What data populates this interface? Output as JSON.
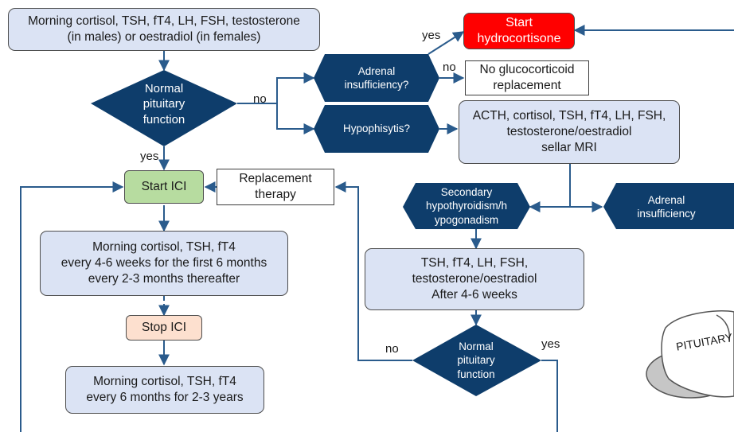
{
  "boxes": {
    "initial_tests": "Morning cortisol, TSH, fT4, LH, FSH, testosterone\n(in males) or oestradiol (in females)",
    "start_hydrocortisone": "Start\nhydrocortisone",
    "no_glucocorticoid": "No glucocorticoid\nreplacement",
    "hypophysitis_tests": "ACTH, cortisol, TSH, fT4, LH, FSH,\ntestosterone/oestradiol\nsellar MRI",
    "start_ici": "Start ICI",
    "replacement_therapy": "Replacement\ntherapy",
    "monitoring": "Morning cortisol, TSH, fT4\nevery 4-6 weeks for the first 6 months\nevery 2-3 months thereafter",
    "stop_ici": "Stop ICI",
    "long_term": "Morning cortisol, TSH, fT4\nevery 6 months for 2-3 years",
    "retest": "TSH, fT4, LH, FSH,\ntestosterone/oestradiol\nAfter 4-6 weeks"
  },
  "decisions": {
    "normal_pituitary_1": "Normal\npituitary\nfunction",
    "normal_pituitary_2": "Normal\npituitary\nfunction"
  },
  "hexagons": {
    "adrenal_insufficiency_q": "Adrenal\ninsufficiency?",
    "hypophysitis_q": "Hypophisytis?",
    "secondary_hypothyroidism": "Secondary\nhypothyroidism/h\nypogonadism",
    "adrenal_insufficiency": "Adrenal\ninsufficiency"
  },
  "labels": {
    "yes_hydrocortisone": "yes",
    "no_glucocorticoid": "no",
    "no_pituitary_1": "no",
    "yes_pituitary_1": "yes",
    "no_pituitary_2": "no",
    "yes_pituitary_2": "yes"
  },
  "logo": {
    "text": "PITUITARY"
  },
  "colors": {
    "dark_navy": "#0e3d6b",
    "light_blue": "#dbe3f4",
    "green": "#b7dca0",
    "peach": "#fde0cf",
    "red": "#ff0000",
    "arrow": "#2a5b8c"
  }
}
